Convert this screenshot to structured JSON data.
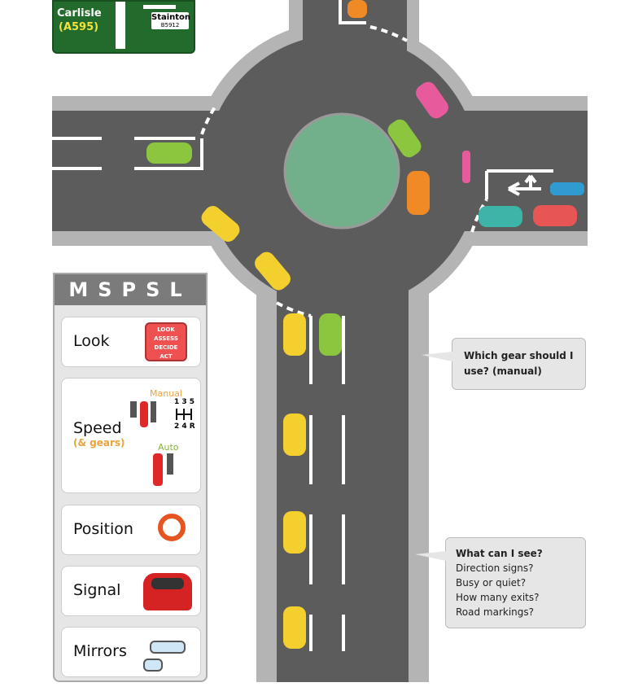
{
  "sign": {
    "left_destination": "Carlisle",
    "left_road": "(A595)",
    "right_destination": "Stainton",
    "right_road": "B5912"
  },
  "panel": {
    "title": "MSPSL",
    "look": {
      "label": "Look",
      "badge": [
        "LOOK",
        "ASSESS",
        "DECIDE",
        "ACT"
      ]
    },
    "speed": {
      "label": "Speed",
      "sub": "(& gears)",
      "manual": "Manual",
      "auto": "Auto",
      "gears_top": "1 3 5",
      "gears_bottom": "2 4 R"
    },
    "position": {
      "label": "Position"
    },
    "signal": {
      "label": "Signal"
    },
    "mirrors": {
      "label": "Mirrors"
    }
  },
  "bubbles": {
    "gear": "Which gear should I use? (manual)",
    "see_title": "What can I see?",
    "see_items": [
      "Direction signs?",
      "Busy or quiet?",
      "How many exits?",
      "Road markings?"
    ]
  },
  "colors": {
    "asphalt": "#5c5c5c",
    "curb": "#b4b4b4",
    "island": "#72b08c",
    "sign": "#226b2c"
  }
}
